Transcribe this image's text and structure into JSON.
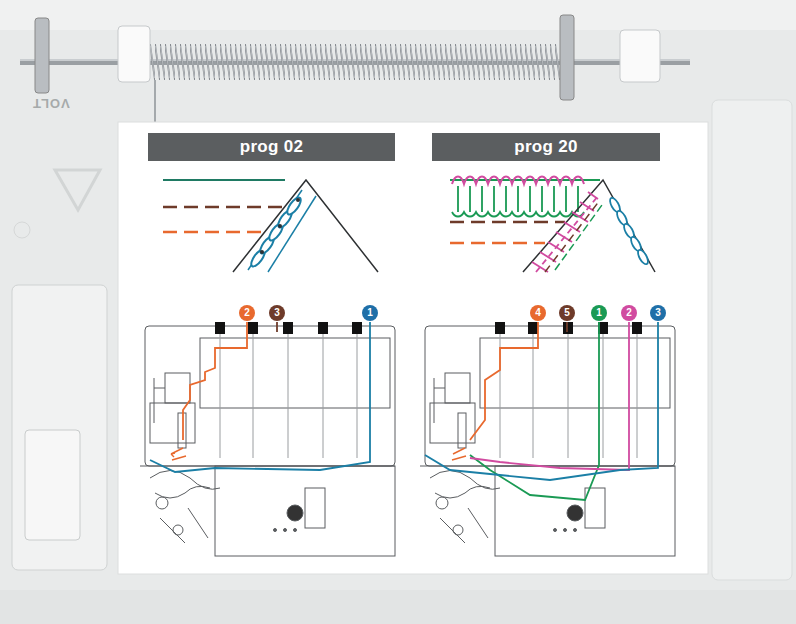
{
  "diagram": {
    "nodes": [
      {
        "text": [
          "prog 02"
        ]
      },
      {
        "text": [
          "prog 20"
        ]
      },
      {
        "text": [
          "2"
        ]
      },
      {
        "text": [
          "3"
        ]
      },
      {
        "text": [
          "1"
        ]
      },
      {
        "text": [
          "4"
        ]
      },
      {
        "text": [
          "5"
        ]
      },
      {
        "text": [
          "1"
        ]
      },
      {
        "text": [
          "2"
        ]
      },
      {
        "text": [
          "3"
        ]
      }
    ],
    "labels": [
      "VOLT"
    ]
  }
}
